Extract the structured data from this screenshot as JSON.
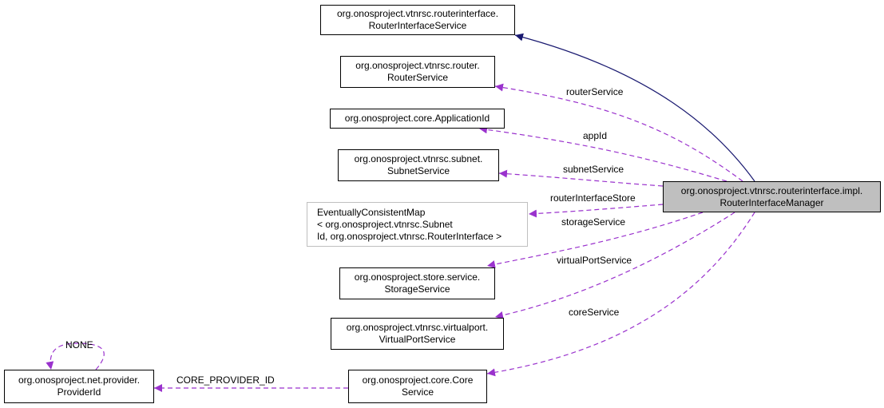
{
  "nodes": {
    "router_interface_service": [
      "org.onosproject.vtnrsc.routerinterface.",
      "RouterInterfaceService"
    ],
    "router_service": [
      "org.onosproject.vtnrsc.router.",
      "RouterService"
    ],
    "application_id": [
      "org.onosproject.core.ApplicationId"
    ],
    "subnet_service": [
      "org.onosproject.vtnrsc.subnet.",
      "SubnetService"
    ],
    "eventually_consistent_map": [
      "EventuallyConsistentMap",
      "< org.onosproject.vtnrsc.Subnet",
      "Id, org.onosproject.vtnrsc.RouterInterface >"
    ],
    "storage_service": [
      "org.onosproject.store.service.",
      "StorageService"
    ],
    "virtual_port_service": [
      "org.onosproject.vtnrsc.virtualport.",
      "VirtualPortService"
    ],
    "core_service": [
      "org.onosproject.core.Core",
      "Service"
    ],
    "provider_id": [
      "org.onosproject.net.provider.",
      "ProviderId"
    ],
    "router_interface_manager": [
      "org.onosproject.vtnrsc.routerinterface.impl.",
      "RouterInterfaceManager"
    ]
  },
  "edge_labels": {
    "router_service": "routerService",
    "app_id": "appId",
    "subnet_service": "subnetService",
    "router_interface_store": "routerInterfaceStore",
    "storage_service": "storageService",
    "virtual_port_service": "virtualPortService",
    "core_service": "coreService",
    "core_provider_id": "CORE_PROVIDER_ID",
    "none": "NONE"
  },
  "colors": {
    "inheritance_edge": "#191970",
    "usage_edge": "#9a32cd",
    "node_border": "#000000",
    "template_node_border": "#bfbfbf",
    "selected_node_fill": "#bfbfbf"
  }
}
